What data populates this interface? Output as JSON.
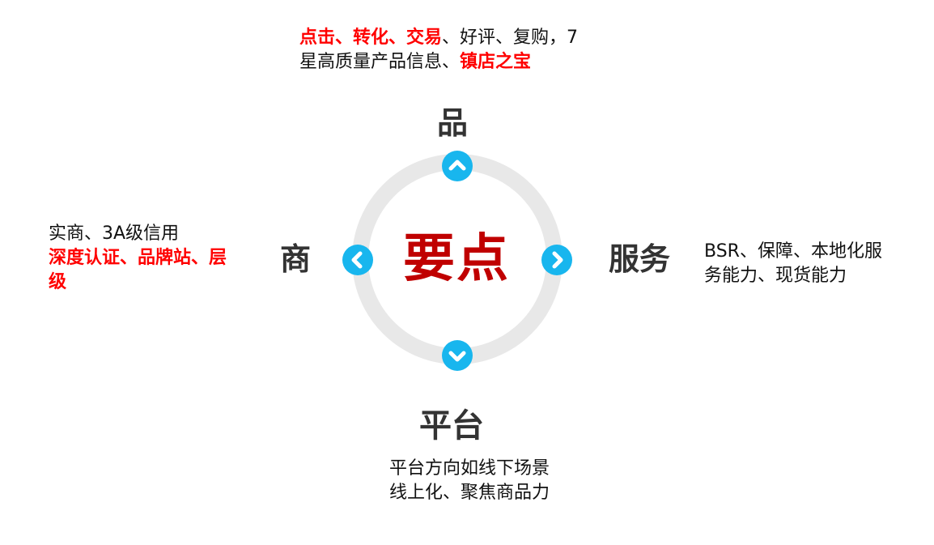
{
  "center": {
    "title": "要点"
  },
  "nodes": {
    "top": {
      "label": "品",
      "desc_parts": [
        {
          "text": "点击、转化、交易",
          "highlight": true
        },
        {
          "text": "、好评、复购，7\n星高质量产品信息、",
          "highlight": false
        },
        {
          "text": "镇店之宝",
          "highlight": true
        }
      ]
    },
    "left": {
      "label": "商",
      "desc_parts": [
        {
          "text": "实商、3A级信用\n",
          "highlight": false
        },
        {
          "text": "深度认证、品牌站、层\n级",
          "highlight": true
        }
      ]
    },
    "right": {
      "label": "服务",
      "desc_parts": [
        {
          "text": "BSR、保障、本地化服\n务能力、现货能力",
          "highlight": false
        }
      ]
    },
    "bottom": {
      "label": "平台",
      "desc_parts": [
        {
          "text": "平台方向如线下场景\n线上化、聚焦商品力",
          "highlight": false
        }
      ]
    }
  },
  "colors": {
    "ring": "#e8e8e8",
    "arrow": "#18b6ee",
    "center_text": "#c00000",
    "highlight": "#ff0000"
  }
}
